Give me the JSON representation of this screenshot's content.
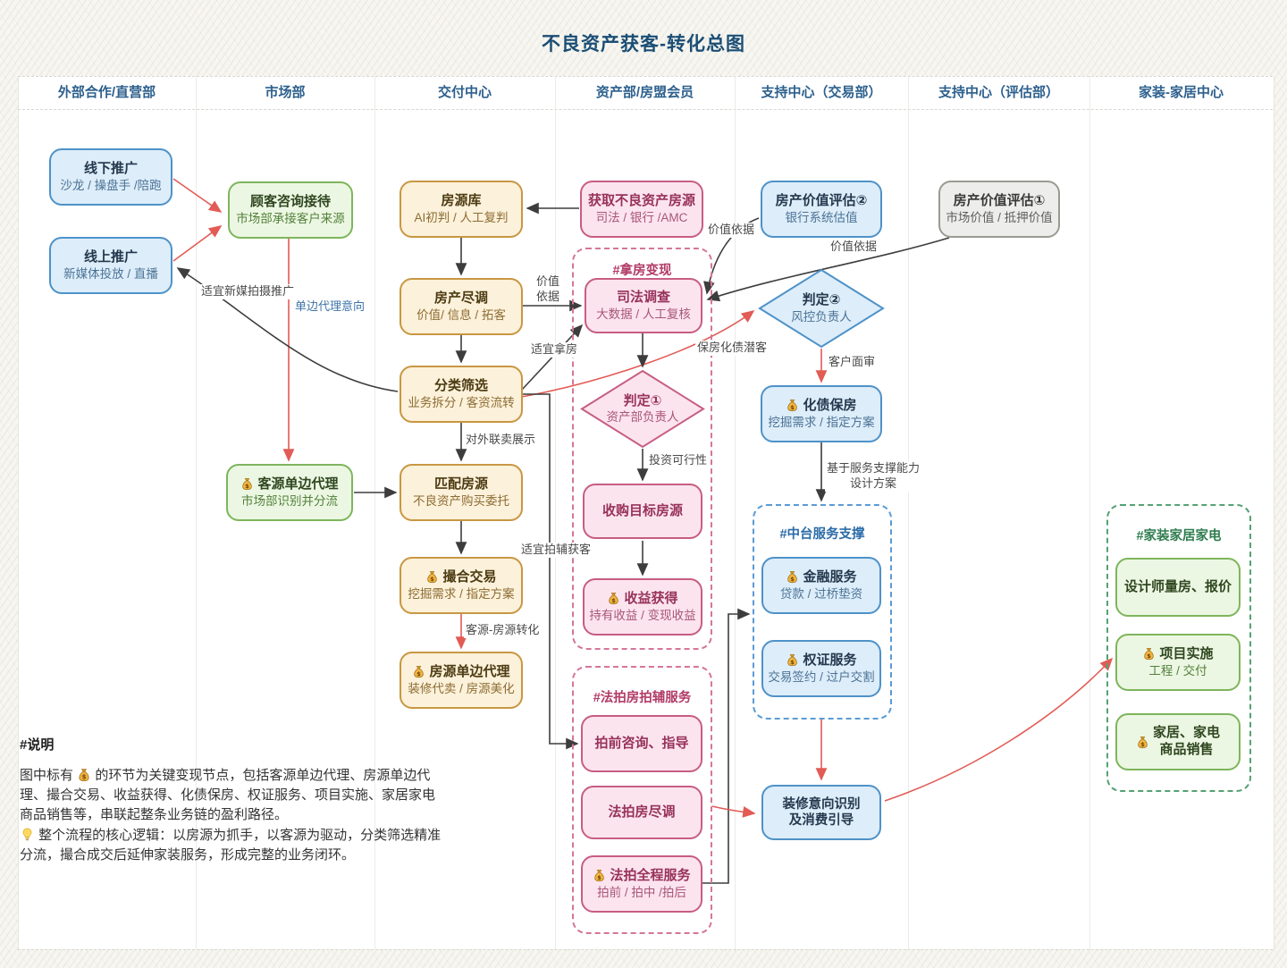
{
  "title": "不良资产获客-转化总图",
  "lanes": [
    "外部合作/直营部",
    "市场部",
    "交付中心",
    "资产部/房盟会员",
    "支持中心（交易部）",
    "支持中心（评估部）",
    "家装-家居中心"
  ],
  "containers": {
    "nafang": {
      "title": "#拿房变现"
    },
    "fapai": {
      "title": "#法拍房拍辅服务"
    },
    "zhongtai": {
      "title": "#中台服务支撑"
    },
    "jiazhuang": {
      "title": "#家装家居家电"
    }
  },
  "nodes": {
    "xianxia": {
      "title": "线下推广",
      "subtitle": "沙龙 / 操盘手 /陪跑"
    },
    "xianshang": {
      "title": "线上推广",
      "subtitle": "新媒体投放 / 直播"
    },
    "guke": {
      "title": "顾客咨询接待",
      "subtitle": "市场部承接客户来源"
    },
    "keyuan": {
      "title": "客源单边代理",
      "subtitle": "市场部识别并分流"
    },
    "fangyuanku": {
      "title": "房源库",
      "subtitle": "AI初判 / 人工复判"
    },
    "jindiao": {
      "title": "房产尽调",
      "subtitle": "价值/ 信息 / 拓客"
    },
    "fenlei": {
      "title": "分类筛选",
      "subtitle": "业务拆分 / 客资流转"
    },
    "pipei": {
      "title": "匹配房源",
      "subtitle": "不良资产购买委托"
    },
    "cuohe": {
      "title": "撮合交易",
      "subtitle": "挖掘需求 / 指定方案"
    },
    "fydb": {
      "title": "房源单边代理",
      "subtitle": "装修代卖 / 房源美化"
    },
    "huoqu": {
      "title": "获取不良资产房源",
      "subtitle": "司法 / 银行 /AMC"
    },
    "sifa": {
      "title": "司法调查",
      "subtitle": "大数据 / 人工复核"
    },
    "panding1": {
      "title": "判定①",
      "subtitle": "资产部负责人"
    },
    "shougou": {
      "title": "收购目标房源"
    },
    "shouyi": {
      "title": "收益获得",
      "subtitle": "持有收益 / 变现收益"
    },
    "paiqian": {
      "title": "拍前咨询、指导"
    },
    "fapaijd": {
      "title": "法拍房尽调"
    },
    "fapaiqc": {
      "title": "法拍全程服务",
      "subtitle": "拍前 / 拍中 /拍后"
    },
    "pinggu2": {
      "title": "房产价值评估②",
      "subtitle": "银行系统估值"
    },
    "panding2": {
      "title": "判定②",
      "subtitle": "风控负责人"
    },
    "huazhai": {
      "title": "化债保房",
      "subtitle": "挖掘需求 / 指定方案"
    },
    "jinrong": {
      "title": "金融服务",
      "subtitle": "贷款 / 过桥垫资"
    },
    "quanzheng": {
      "title": "权证服务",
      "subtitle": "交易签约 / 过户交割"
    },
    "zhuangxiu": {
      "title": "装修意向识别\n及消费引导"
    },
    "pinggu1": {
      "title": "房产价值评估①",
      "subtitle": "市场价值 / 抵押价值"
    },
    "sheji": {
      "title": "设计师量房、报价"
    },
    "xiangmu": {
      "title": "项目实施",
      "subtitle": "工程 / 交付"
    },
    "jiaju": {
      "title": "家居、家电\n商品销售"
    }
  },
  "edge_labels": {
    "danbian": "单边代理意向",
    "xinmei": "适宜新媒拍摄推广",
    "jiazhiv": "价值\n依据",
    "nafang": "适宜拿房",
    "baofang": "保房化债潜客",
    "duiwai": "对外联卖展示",
    "zhuanhua": "客源-房源转化",
    "paifu": "适宜拍辅获客",
    "touzi": "投资可行性",
    "jiazhi1": "价值依据",
    "jiazhi2": "价值依据",
    "mianshen": "客户面审",
    "jiyu": "基于服务支撑能力\n设计方案"
  },
  "description": {
    "heading": "#说明",
    "p1_before": "图中标有 ",
    "p1_after": " 的环节为关键变现节点，包括客源单边代理、房源单边代理、撮合交易、收益获得、化债保房、权证服务、项目实施、家居家电商品销售等，串联起整条业务链的盈利路径。",
    "p2": " 整个流程的核心逻辑：以房源为抓手，以客源为驱动，分类筛选精准分流，撮合成交后延伸家装服务，形成完整的业务闭环。"
  },
  "colors": {
    "title": "#1b4e75",
    "lane_header": "#2d608d",
    "edge_dark": "#3d3d3d",
    "edge_red": "#e25b55",
    "money_gold": "#f2b23e",
    "blue_border": "#4e92c8",
    "green_border": "#7eb55c",
    "orange_border": "#c89743",
    "pink_border": "#c75d82"
  }
}
